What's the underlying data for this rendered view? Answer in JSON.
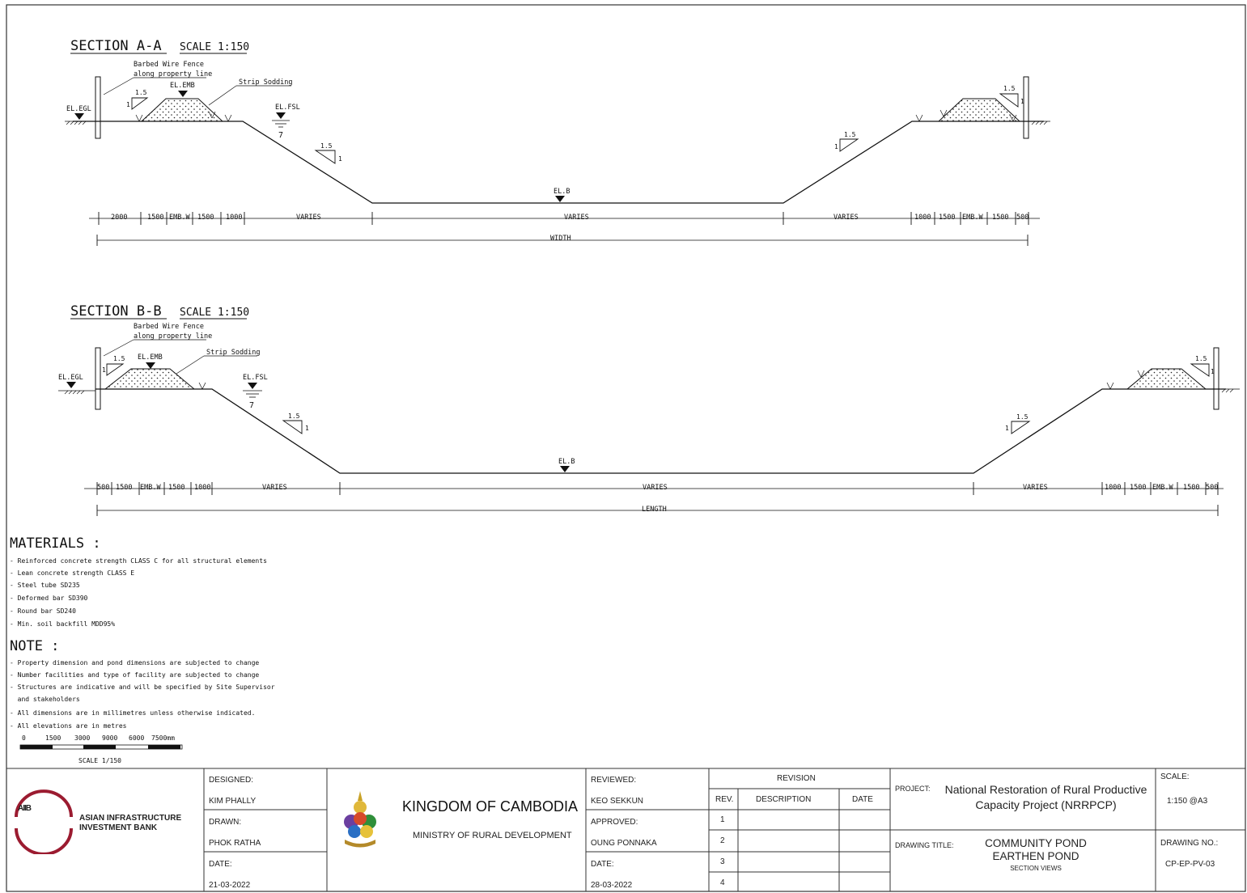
{
  "section_a": {
    "title": "SECTION A-A",
    "scale": "SCALE 1:150",
    "labels": {
      "fence": [
        "Barbed Wire Fence",
        "along property line"
      ],
      "sodding": "Strip Sodding",
      "el_egl": "EL.EGL",
      "el_emb": "EL.EMB",
      "el_fsl": "EL.FSL",
      "el_b": "EL.B",
      "slope_h": "1.5",
      "slope_v": "1"
    },
    "dims": [
      "2000",
      "1500",
      "EMB.W",
      "1500",
      "1000",
      "VARIES",
      "VARIES",
      "VARIES",
      "1000",
      "1500",
      "EMB.W",
      "1500",
      "500"
    ],
    "overall": "WIDTH"
  },
  "section_b": {
    "title": "SECTION B-B",
    "scale": "SCALE 1:150",
    "labels": {
      "fence": [
        "Barbed Wire Fence",
        "along property line"
      ],
      "sodding": "Strip Sodding",
      "el_egl": "EL.EGL",
      "el_emb": "EL.EMB",
      "el_fsl": "EL.FSL",
      "el_b": "EL.B",
      "slope_h": "1.5",
      "slope_v": "1"
    },
    "dims": [
      "500",
      "1500",
      "EMB.W",
      "1500",
      "1000",
      "VARIES",
      "VARIES",
      "VARIES",
      "1000",
      "1500",
      "EMB.W",
      "1500",
      "500"
    ],
    "overall": "LENGTH"
  },
  "materials": {
    "heading": "MATERIALS :",
    "items": [
      "- Reinforced concrete strength CLASS C for all structural elements",
      "- Lean concrete strength CLASS E",
      "- Steel tube SD235",
      "- Deformed bar SD390",
      "- Round bar SD240",
      "- Min. soil backfill MDD95%"
    ]
  },
  "note": {
    "heading": "NOTE :",
    "items": [
      "- Property dimension and pond dimensions are subjected to change",
      "- Number facilities and type of facility are subjected to change",
      "- Structures are indicative and will be specified by Site Supervisor",
      "  and stakeholders",
      "- All dimensions are in millimetres unless otherwise indicated.",
      "- All elevations are in metres"
    ]
  },
  "scale_bar": {
    "ticks": [
      "0",
      "1500",
      "3000",
      "9000",
      "6000",
      "7500mm"
    ],
    "caption": "SCALE 1/150"
  },
  "title_block": {
    "aiib_letters": "AIIB",
    "aiib_name": [
      "ASIAN INFRASTRUCTURE",
      "INVESTMENT BANK"
    ],
    "designed_label": "DESIGNED:",
    "designed_value": "KIM PHALLY",
    "drawn_label": "DRAWN:",
    "drawn_value": "PHOK RATHA",
    "date_label": "DATE:",
    "date_value": "21-03-2022",
    "kingdom": "KINGDOM OF CAMBODIA",
    "ministry": "MINISTRY OF RURAL DEVELOPMENT",
    "reviewed_label": "REVIEWED:",
    "reviewed_value": "KEO SEKKUN",
    "approved_label": "APPROVED:",
    "approved_value": "OUNG PONNAKA",
    "date2_label": "DATE:",
    "date2_value": "28-03-2022",
    "revision_title": "REVISION",
    "rev_head": "REV.",
    "desc_head": "DESCRIPTION",
    "date_head": "DATE",
    "rev_rows": [
      "1",
      "2",
      "3",
      "4"
    ],
    "project_label": "PROJECT:",
    "project_value": "National Restoration of Rural Productive Capacity Project (NRRPCP)",
    "drawing_title_label": "DRAWING TITLE:",
    "drawing_title": [
      "COMMUNITY POND",
      "EARTHEN POND"
    ],
    "drawing_subtitle": "SECTION VIEWS",
    "scale_label": "SCALE:",
    "scale_value": "1:150 @A3",
    "drawing_no_label": "DRAWING NO.:",
    "drawing_no_value": "CP-EP-PV-03"
  }
}
